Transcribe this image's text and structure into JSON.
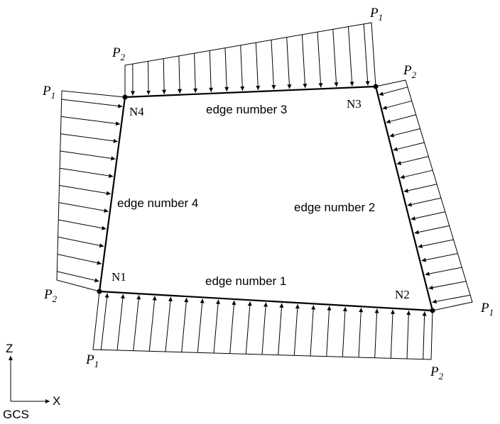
{
  "edges": {
    "edge1": "edge number 1",
    "edge2": "edge number 2",
    "edge3": "edge number 3",
    "edge4": "edge number 4"
  },
  "nodes": {
    "n1": "N1",
    "n2": "N2",
    "n3": "N3",
    "n4": "N4"
  },
  "loads": {
    "letter": "P",
    "sub1": "1",
    "sub2": "2"
  },
  "axes": {
    "vertical": "Z",
    "horizontal": "X",
    "system": "GCS"
  },
  "colors": {
    "stroke": "#000000",
    "background": "#ffffff"
  }
}
